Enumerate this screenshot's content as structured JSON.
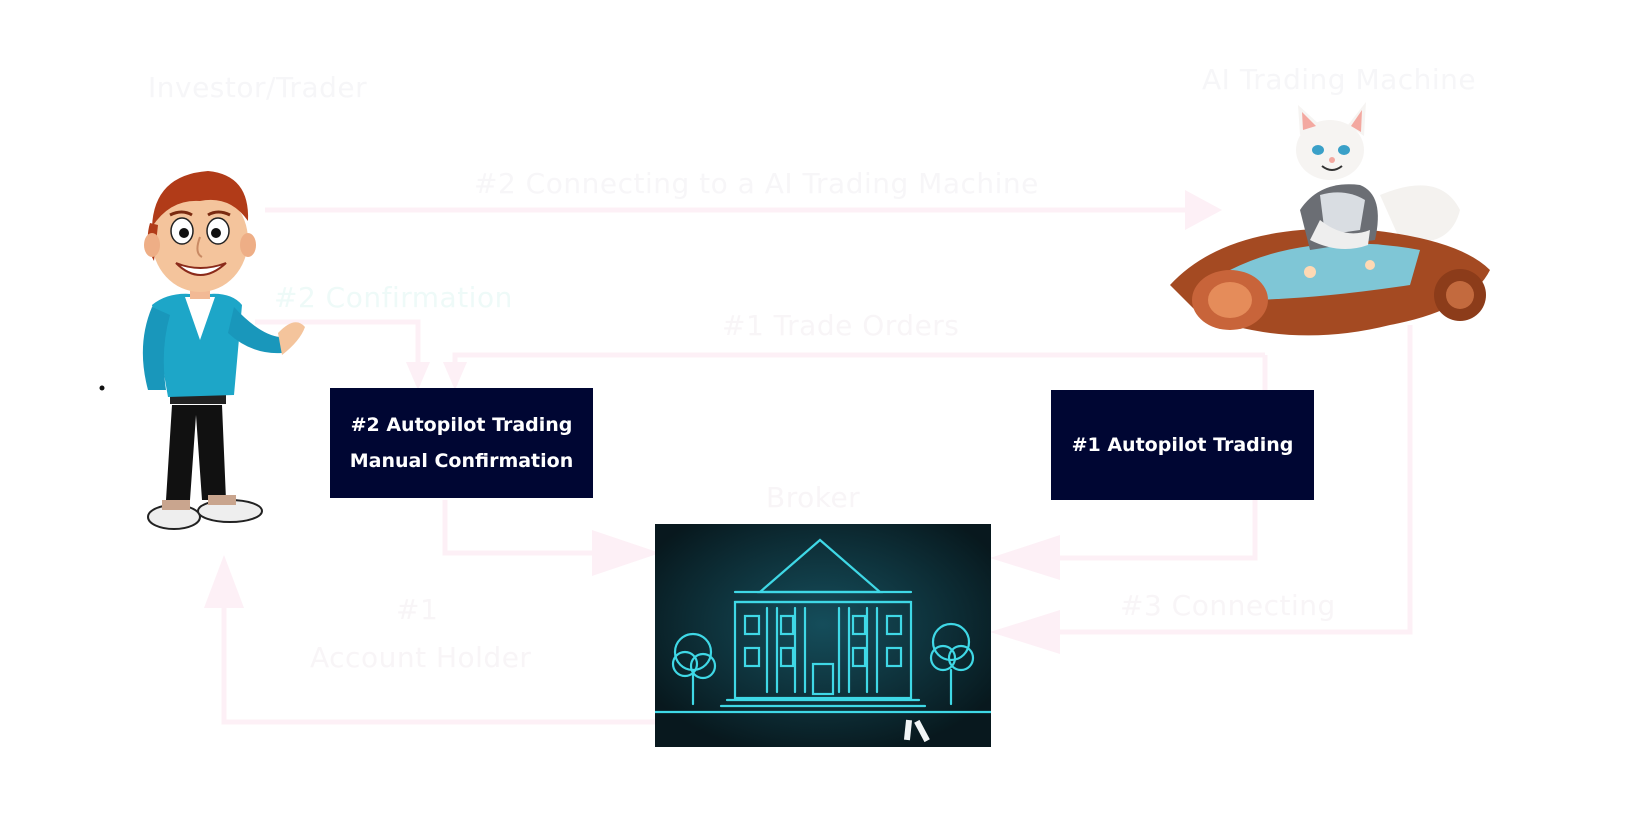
{
  "colors": {
    "box_fill": "#000633",
    "box_text": "#ffffff",
    "faint_label": "#f6f6f8",
    "faint_label_accent": "#eefaf8",
    "connector": "#fdf0f6",
    "chalkboard": "#0d2e36",
    "chalk_line": "#3fd8e6"
  },
  "labels": {
    "investor_trader": "Investor/Trader",
    "ai_trading_machine": "AI Trading Machine",
    "connecting_ai": "#2 Connecting to a AI Trading Machine",
    "confirmation": "#2 Confirmation",
    "trade_orders": "#1 Trade Orders",
    "broker": "Broker",
    "connecting_3": "#3 Connecting",
    "account_holder_num": "#1",
    "account_holder_text": "Account Holder"
  },
  "boxes": {
    "manual_confirmation": {
      "line1": "#2 Autopilot Trading",
      "line2": "Manual Confirmation"
    },
    "autopilot": {
      "line1": "#1 Autopilot Trading"
    }
  },
  "illustrations": {
    "investor": "cartoon-investor-man",
    "ai_machine": "robot-cat-rocket",
    "broker": "chalk-bank-building"
  }
}
